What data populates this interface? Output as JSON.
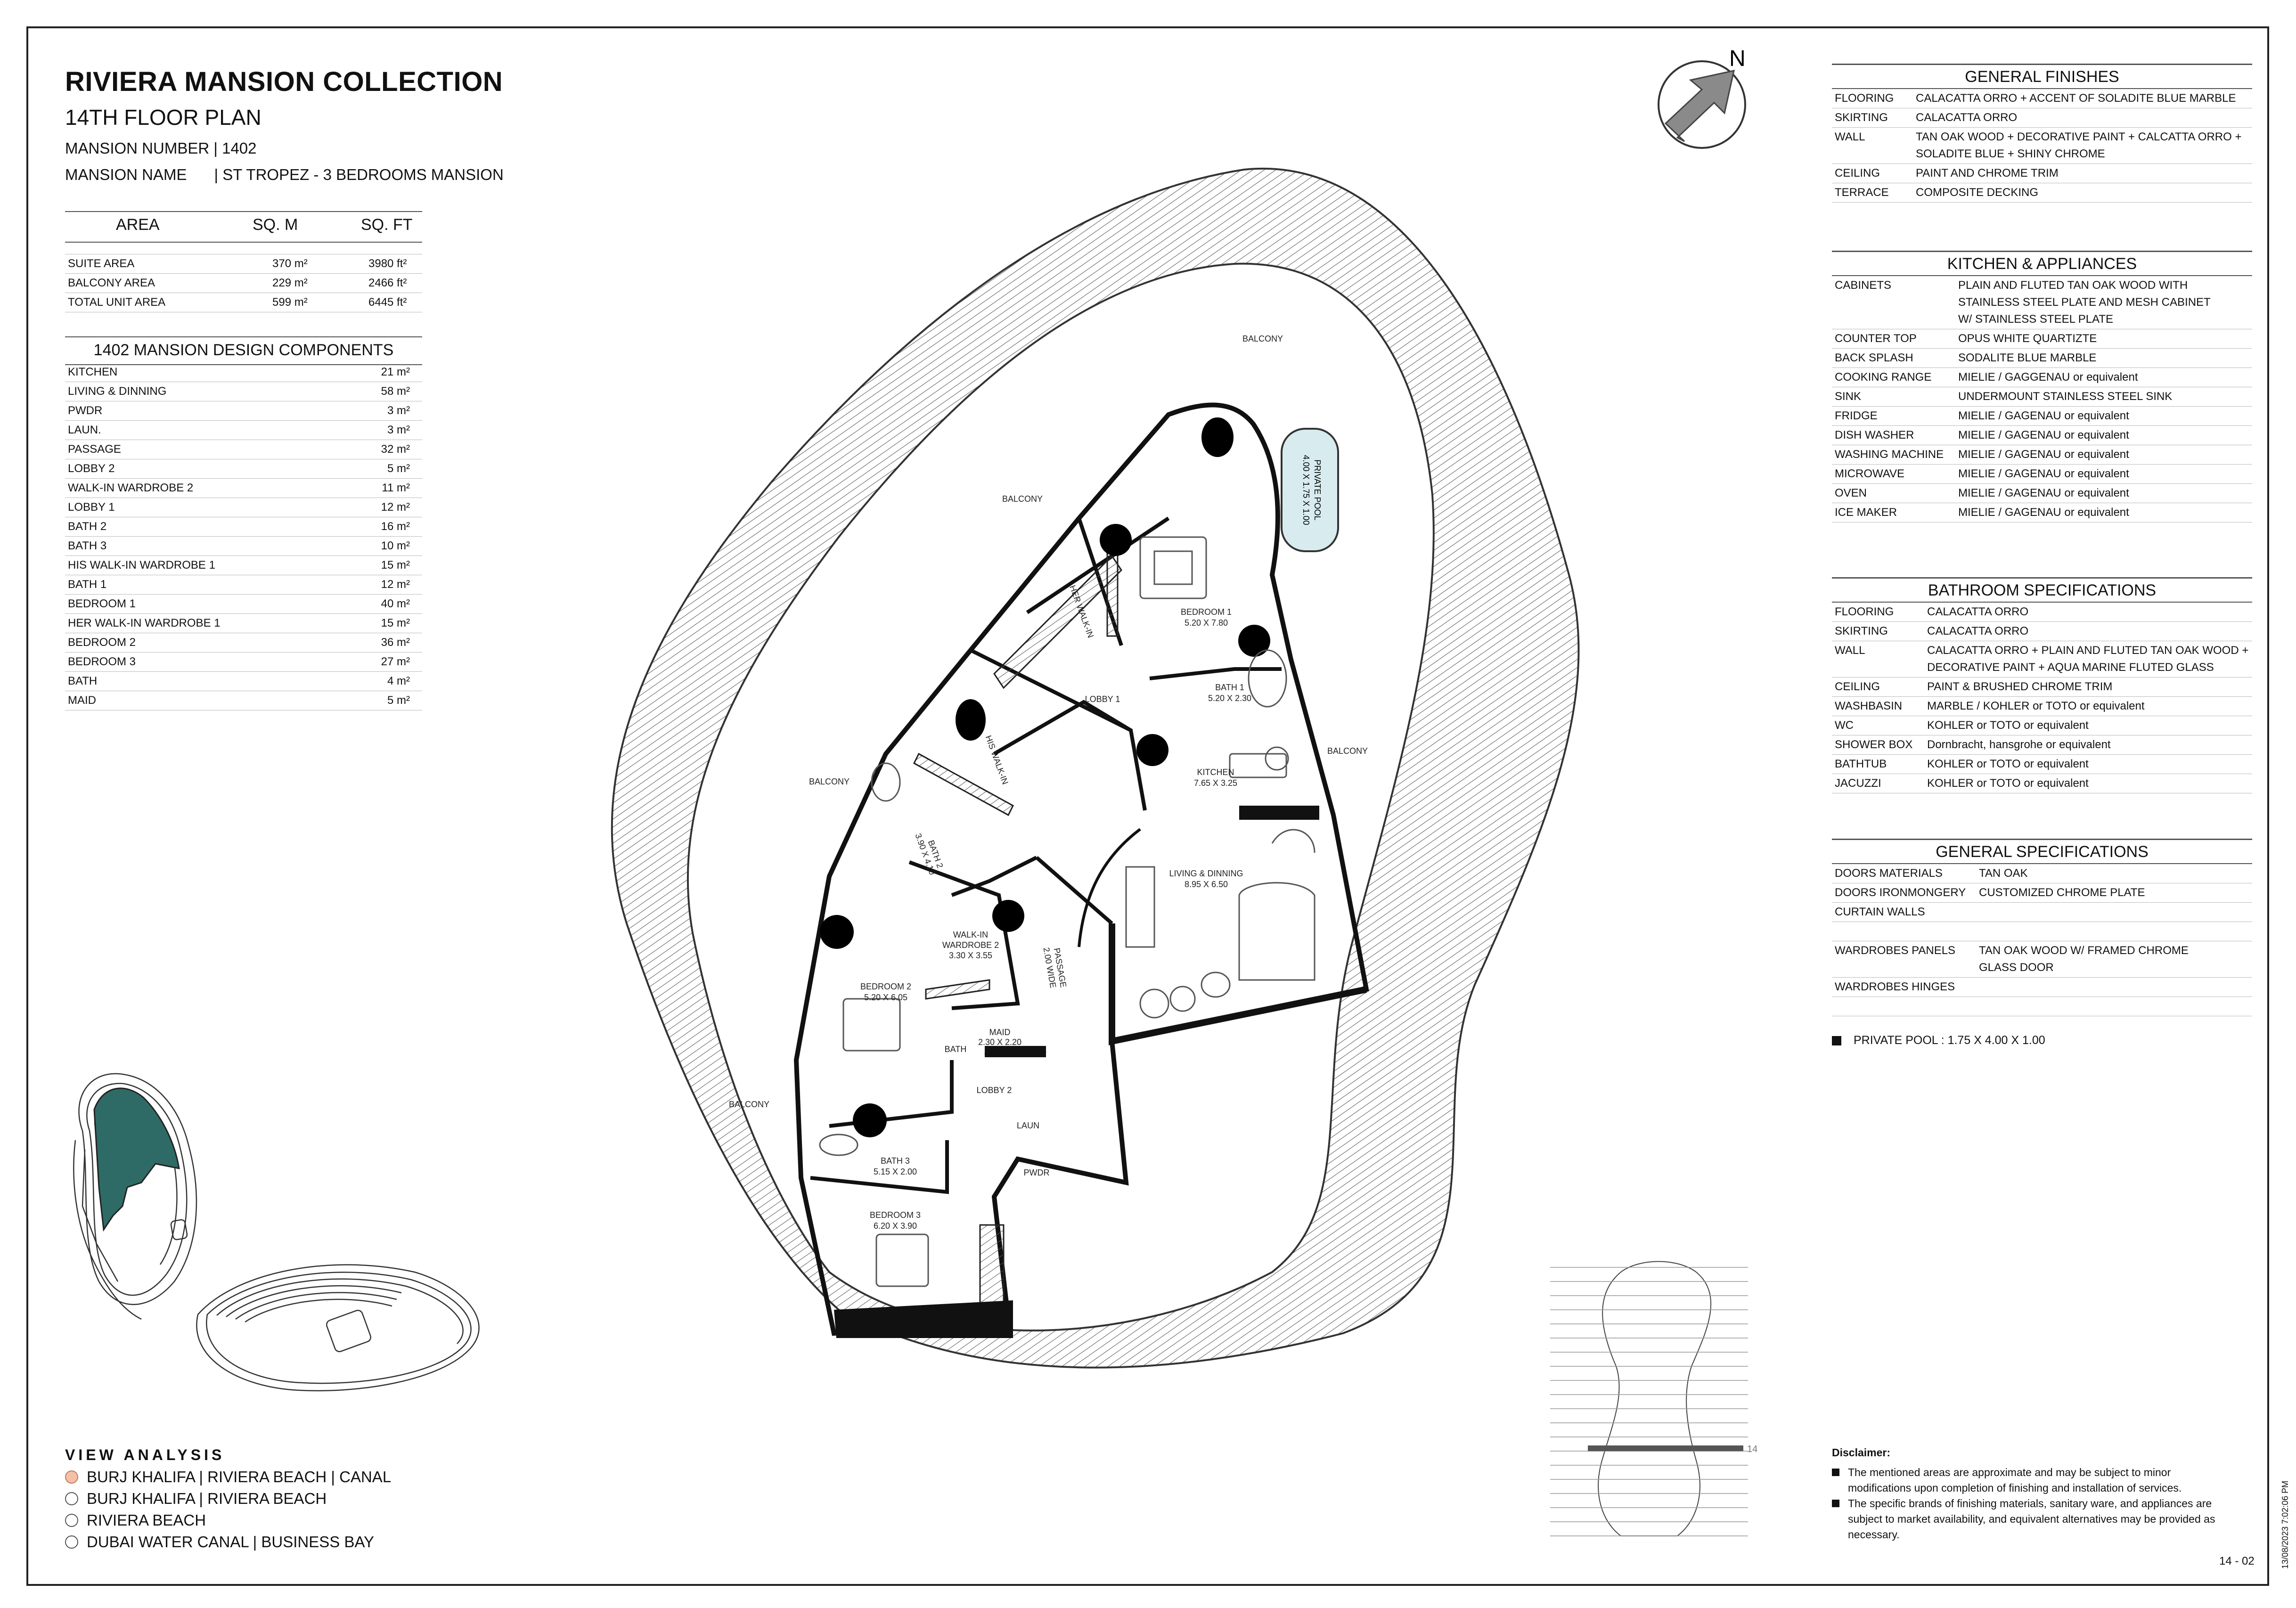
{
  "header": {
    "title": "RIVIERA MANSION COLLECTION",
    "subtitle": "14TH FLOOR PLAN",
    "mansion_number": "MANSION NUMBER | 1402",
    "mansion_name_label": "MANSION NAME",
    "mansion_name_value": "| ST TROPEZ - 3 BEDROOMS MANSION"
  },
  "area_table": {
    "headers": [
      "AREA",
      "SQ. M",
      "SQ. FT"
    ],
    "rows": [
      [
        "SUITE AREA",
        "370 m²",
        "3980 ft²"
      ],
      [
        "BALCONY AREA",
        "229 m²",
        "2466 ft²"
      ],
      [
        "TOTAL UNIT AREA",
        "599 m²",
        "6445 ft²"
      ]
    ]
  },
  "components": {
    "title": "1402 MANSION DESIGN COMPONENTS",
    "rows": [
      [
        "KITCHEN",
        "21 m²"
      ],
      [
        "LIVING & DINNING",
        "58 m²"
      ],
      [
        "PWDR",
        "3 m²"
      ],
      [
        "LAUN.",
        "3 m²"
      ],
      [
        "PASSAGE",
        "32 m²"
      ],
      [
        "LOBBY 2",
        "5 m²"
      ],
      [
        "WALK-IN WARDROBE 2",
        "11 m²"
      ],
      [
        "LOBBY 1",
        "12 m²"
      ],
      [
        "BATH 2",
        "16 m²"
      ],
      [
        "BATH 3",
        "10 m²"
      ],
      [
        "HIS WALK-IN WARDROBE 1",
        "15 m²"
      ],
      [
        "BATH 1",
        "12 m²"
      ],
      [
        "BEDROOM 1",
        "40 m²"
      ],
      [
        "HER WALK-IN WARDROBE 1",
        "15 m²"
      ],
      [
        "BEDROOM 2",
        "36 m²"
      ],
      [
        "BEDROOM 3",
        "27 m²"
      ],
      [
        "BATH",
        "4 m²"
      ],
      [
        "MAID",
        "5 m²"
      ]
    ]
  },
  "compass": {
    "label": "N"
  },
  "plan_labels": {
    "balcony": "BALCONY",
    "bedroom1": "BEDROOM 1",
    "bedroom1_dim": "5.20 X 7.80",
    "bath1": "BATH 1",
    "bath1_dim": "5.20 X 2.30",
    "lobby1": "LOBBY 1",
    "kitchen": "KITCHEN",
    "kitchen_dim": "7.65 X 3.25",
    "living": "LIVING & DINNING",
    "living_dim": "8.95 X 6.50",
    "bedroom2": "BEDROOM 2",
    "bedroom2_dim": "5.20 X 6.05",
    "bath2": "BATH 2",
    "bath2_dim": "3.90 X 4.10",
    "wiw2": "WALK-IN",
    "wiw2b": "WARDROBE 2",
    "wiw2_dim": "3.30 X 3.55",
    "bath": "BATH",
    "maid": "MAID",
    "maid_dim": "2.30 X 2.20",
    "lobby2": "LOBBY 2",
    "bath3": "BATH 3",
    "bath3_dim": "5.15 X 2.00",
    "bedroom3": "BEDROOM 3",
    "bedroom3_dim": "6.20 X 3.90",
    "laun": "LAUN",
    "pwdr": "PWDR",
    "passage": "PASSAGE",
    "passage_dim": "2.00 WIDE",
    "pool": "PRIVATE POOL",
    "pool_dim": "4.00 X 1.75 X 1.00",
    "level_marker": "14"
  },
  "general_finishes": {
    "title": "GENERAL FINISHES",
    "rows": [
      [
        "FLOORING",
        "CALACATTA ORRO + ACCENT OF SOLADITE BLUE MARBLE"
      ],
      [
        "SKIRTING",
        "CALACATTA ORRO"
      ],
      [
        "WALL",
        "TAN OAK WOOD + DECORATIVE PAINT + CALCATTA ORRO + SOLADITE BLUE + SHINY CHROME"
      ],
      [
        "CEILING",
        "PAINT AND CHROME TRIM"
      ],
      [
        "TERRACE",
        "COMPOSITE DECKING"
      ]
    ]
  },
  "kitchen_appliances": {
    "title": "KITCHEN & APPLIANCES",
    "rows": [
      [
        "CABINETS",
        "PLAIN AND FLUTED TAN OAK WOOD WITH STAINLESS STEEL PLATE AND MESH CABINET W/ STAINLESS STEEL PLATE"
      ],
      [
        "COUNTER TOP",
        "OPUS WHITE QUARTIZTE"
      ],
      [
        "BACK SPLASH",
        "SODALITE BLUE MARBLE"
      ],
      [
        "COOKING RANGE",
        "MIELIE / GAGGENAU or equivalent"
      ],
      [
        "SINK",
        "UNDERMOUNT STAINLESS STEEL SINK"
      ],
      [
        "FRIDGE",
        "MIELIE / GAGENAU or equivalent"
      ],
      [
        "DISH WASHER",
        "MIELIE / GAGENAU or equivalent"
      ],
      [
        "WASHING MACHINE",
        "MIELIE / GAGENAU or equivalent"
      ],
      [
        "MICROWAVE",
        "MIELIE / GAGENAU or equivalent"
      ],
      [
        "OVEN",
        "MIELIE / GAGENAU or equivalent"
      ],
      [
        "ICE MAKER",
        "MIELIE / GAGENAU or equivalent"
      ]
    ]
  },
  "bathroom_specs": {
    "title": "BATHROOM SPECIFICATIONS",
    "rows": [
      [
        "FLOORING",
        "CALACATTA ORRO"
      ],
      [
        "SKIRTING",
        "CALACATTA ORRO"
      ],
      [
        "WALL",
        "CALACATTA ORRO + PLAIN AND FLUTED TAN OAK WOOD + DECORATIVE PAINT + AQUA MARINE FLUTED GLASS"
      ],
      [
        "CEILING",
        "PAINT & BRUSHED CHROME TRIM"
      ],
      [
        "WASHBASIN",
        "MARBLE / KOHLER or TOTO or equivalent"
      ],
      [
        "WC",
        "KOHLER or TOTO or equivalent"
      ],
      [
        "SHOWER BOX",
        "Dornbracht, hansgrohe or equivalent"
      ],
      [
        "BATHTUB",
        "KOHLER or TOTO or equivalent"
      ],
      [
        "JACUZZI",
        "KOHLER or TOTO or equivalent"
      ]
    ]
  },
  "general_specs": {
    "title": "GENERAL SPECIFICATIONS",
    "rows": [
      [
        "DOORS MATERIALS",
        "TAN OAK"
      ],
      [
        "DOORS IRONMONGERY",
        "CUSTOMIZED CHROME PLATE"
      ],
      [
        "CURTAIN WALLS",
        ""
      ],
      [
        "",
        ""
      ],
      [
        "WARDROBES PANELS",
        "TAN OAK WOOD W/ FRAMED CHROME GLASS DOOR"
      ],
      [
        "WARDROBES HINGES",
        ""
      ]
    ]
  },
  "pool_note": "PRIVATE POOL :  1.75 X 4.00 X 1.00",
  "view_analysis": {
    "title": "VIEW ANALYSIS",
    "items": [
      {
        "label": "BURJ KHALIFA | RIVIERA BEACH | CANAL",
        "selected": true
      },
      {
        "label": "BURJ KHALIFA | RIVIERA BEACH",
        "selected": false
      },
      {
        "label": "RIVIERA BEACH",
        "selected": false
      },
      {
        "label": "DUBAI WATER CANAL | BUSINESS BAY",
        "selected": false
      }
    ]
  },
  "disclaimer": {
    "title": "Disclaimer:",
    "items": [
      "The mentioned areas are approximate and may be subject to minor modifications  upon completion of finishing and installation of services.",
      "The specific brands of finishing materials, sanitary ware, and appliances are subject to market availability, and equivalent alternatives may be provided as necessary."
    ]
  },
  "page_number": "14 - 02",
  "date_stamp": "13/08/2023 7:02:06 PM",
  "colors": {
    "highlight_unit": "#2f6b66",
    "selected_dot": "#f4c1a8"
  }
}
